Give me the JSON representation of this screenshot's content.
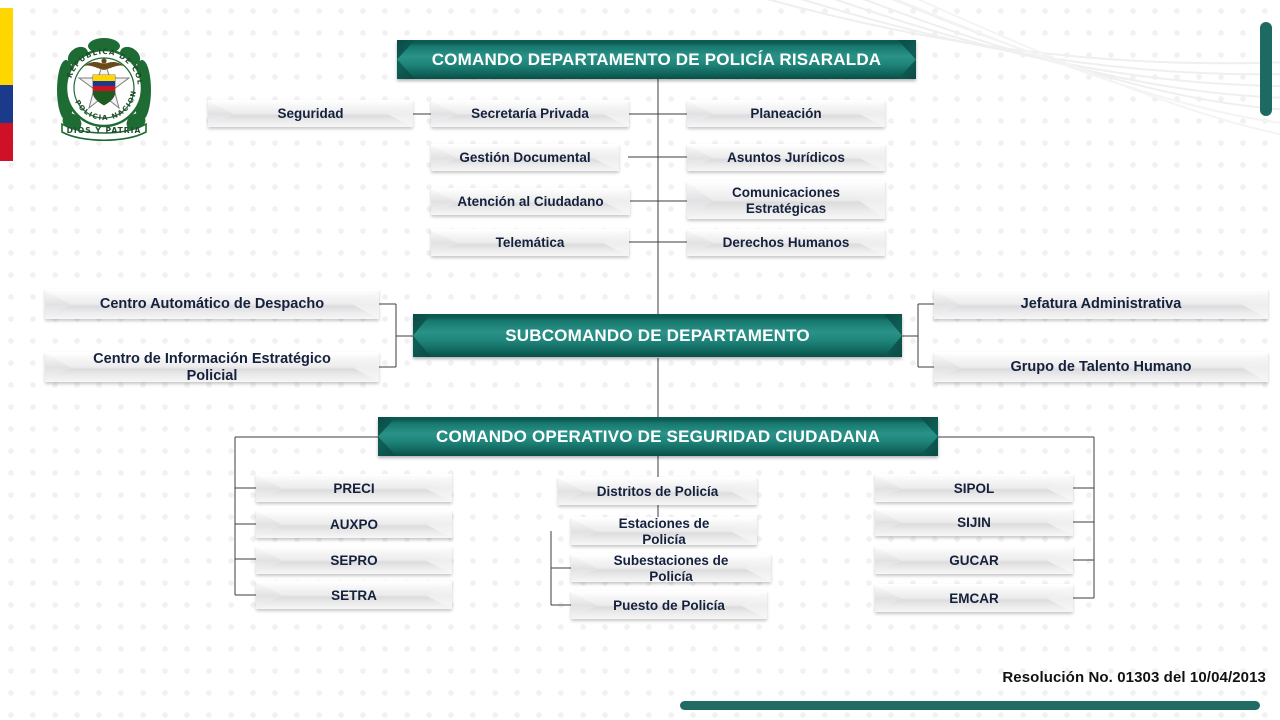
{
  "document": {
    "title": "COMANDO DEPARTAMENTO DE POLICÍA RISARALDA",
    "footer_note": "Resolución No. 01303 del 10/04/2013"
  },
  "emblem": {
    "name": "policia-nacional-colombia-emblem",
    "ring_top_text": "REPUBLICA DE COLOMBIA",
    "ring_bottom_text": "POLICIA NACIONAL",
    "banner_text": "DIOS Y PATRIA"
  },
  "colors": {
    "primary_teal": "#206B63",
    "teal_dark": "#0a4e47",
    "teal_light": "#2a9288",
    "node_text": "#15213c",
    "flag_yellow": "#FFD600",
    "flag_blue": "#1B3A8C",
    "flag_red": "#CE1126"
  },
  "chart_data": {
    "type": "diagram",
    "subtype": "organizational-chart",
    "title": "COMANDO DEPARTAMENTO DE POLICÍA RISARALDA",
    "levels": [
      {
        "id": "level-1",
        "nodes": [
          {
            "id": "comando-departamento",
            "label": "COMANDO DEPARTAMENTO DE POLICÍA RISARALDA",
            "style": "primary"
          }
        ]
      },
      {
        "id": "level-2-staff",
        "nodes": [
          {
            "id": "seguridad",
            "label": "Seguridad",
            "style": "secondary",
            "column": "far-left"
          },
          {
            "id": "secretaria-privada",
            "label": "Secretaría Privada",
            "style": "secondary",
            "column": "left"
          },
          {
            "id": "gestion-documental",
            "label": "Gestión Documental",
            "style": "secondary",
            "column": "left"
          },
          {
            "id": "atencion-al-ciudadano",
            "label": "Atención al Ciudadano",
            "style": "secondary",
            "column": "left"
          },
          {
            "id": "telematica",
            "label": "Telemática",
            "style": "secondary",
            "column": "left"
          },
          {
            "id": "planeacion",
            "label": "Planeación",
            "style": "secondary",
            "column": "right"
          },
          {
            "id": "asuntos-juridicos",
            "label": "Asuntos Jurídicos",
            "style": "secondary",
            "column": "right"
          },
          {
            "id": "comunicaciones-estrategicas",
            "label": "Comunicaciones Estratégicas",
            "style": "secondary",
            "column": "right"
          },
          {
            "id": "derechos-humanos",
            "label": "Derechos Humanos",
            "style": "secondary",
            "column": "right"
          }
        ]
      },
      {
        "id": "level-3",
        "nodes": [
          {
            "id": "subcomando-de-departamento",
            "label": "SUBCOMANDO DE DEPARTAMENTO",
            "style": "primary"
          },
          {
            "id": "centro-automatico-de-despacho",
            "label": "Centro Automático de Despacho",
            "style": "secondary",
            "column": "left"
          },
          {
            "id": "centro-de-informacion-estrategico-policial",
            "label": "Centro de Información Estratégico Policial",
            "style": "secondary",
            "column": "left"
          },
          {
            "id": "jefatura-administrativa",
            "label": "Jefatura Administrativa",
            "style": "secondary",
            "column": "right"
          },
          {
            "id": "grupo-de-talento-humano",
            "label": "Grupo de Talento Humano",
            "style": "secondary",
            "column": "right"
          }
        ]
      },
      {
        "id": "level-4",
        "nodes": [
          {
            "id": "comando-operativo-de-seguridad-ciudadana",
            "label": "COMANDO OPERATIVO DE SEGURIDAD CIUDADANA",
            "style": "primary"
          }
        ]
      },
      {
        "id": "level-5",
        "columns": [
          {
            "id": "column-left",
            "nodes": [
              {
                "id": "preci",
                "label": "PRECI",
                "style": "secondary"
              },
              {
                "id": "auxpo",
                "label": "AUXPO",
                "style": "secondary"
              },
              {
                "id": "sepro",
                "label": "SEPRO",
                "style": "secondary"
              },
              {
                "id": "setra",
                "label": "SETRA",
                "style": "secondary"
              }
            ]
          },
          {
            "id": "column-center",
            "nodes": [
              {
                "id": "distritos-de-policia",
                "label": "Distritos de Policía",
                "style": "secondary"
              },
              {
                "id": "estaciones-de-policia",
                "label": "Estaciones de Policía",
                "style": "secondary"
              },
              {
                "id": "subestaciones-de-policia",
                "label": "Subestaciones de Policía",
                "style": "secondary"
              },
              {
                "id": "puesto-de-policia",
                "label": "Puesto de Policía",
                "style": "secondary"
              }
            ]
          },
          {
            "id": "column-right",
            "nodes": [
              {
                "id": "sipol",
                "label": "SIPOL",
                "style": "secondary"
              },
              {
                "id": "sijin",
                "label": "SIJIN",
                "style": "secondary"
              },
              {
                "id": "gucar",
                "label": "GUCAR",
                "style": "secondary"
              },
              {
                "id": "emcar",
                "label": "EMCAR",
                "style": "secondary"
              }
            ]
          }
        ]
      }
    ]
  },
  "nodes": {
    "comando_departamento": "COMANDO DEPARTAMENTO DE POLICÍA RISARALDA",
    "seguridad": "Seguridad",
    "secretaria_privada": "Secretaría Privada",
    "gestion_documental": "Gestión Documental",
    "atencion_ciudadano": "Atención al Ciudadano",
    "telematica": "Telemática",
    "planeacion": "Planeación",
    "asuntos_juridicos": "Asuntos Jurídicos",
    "comunicaciones_estrategicas": "Comunicaciones Estratégicas",
    "derechos_humanos": "Derechos Humanos",
    "subcomando": "SUBCOMANDO DE DEPARTAMENTO",
    "centro_automatico": "Centro Automático de Despacho",
    "centro_informacion": "Centro de Información Estratégico Policial",
    "jefatura_administrativa": "Jefatura Administrativa",
    "grupo_talento_humano": "Grupo de Talento Humano",
    "comando_operativo": "COMANDO OPERATIVO DE SEGURIDAD CIUDADANA",
    "preci": "PRECI",
    "auxpo": "AUXPO",
    "sepro": "SEPRO",
    "setra": "SETRA",
    "distritos": "Distritos de Policía",
    "estaciones": "Estaciones de Policía",
    "subestaciones": "Subestaciones de Policía",
    "puesto": "Puesto de Policía",
    "sipol": "SIPOL",
    "sijin": "SIJIN",
    "gucar": "GUCAR",
    "emcar": "EMCAR"
  }
}
